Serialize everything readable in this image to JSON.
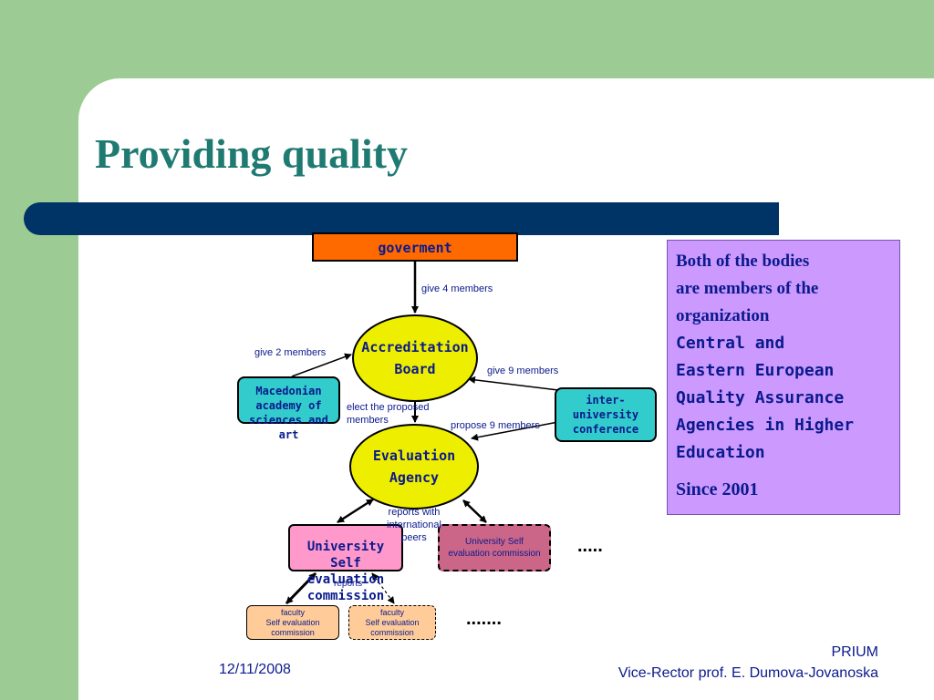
{
  "title": "Providing quality",
  "nodes": {
    "government": "goverment",
    "accreditation_board": [
      "Accreditation",
      "Board"
    ],
    "evaluation_agency": [
      "Evaluation",
      "Agency"
    ],
    "macedonian_academy": [
      "Macedonian",
      "academy of",
      "sciences and",
      "art"
    ],
    "inter_university": [
      "inter-university",
      "conference"
    ],
    "university_self_1": [
      "University Self",
      "evaluation",
      "commission"
    ],
    "university_self_2": [
      "University Self",
      "evaluation commission"
    ],
    "faculty_1": [
      "faculty",
      "Self evaluation",
      "commission"
    ],
    "faculty_2": [
      "faculty",
      "Self evaluation",
      "commission"
    ]
  },
  "edge_labels": {
    "give_4": "give 4 members",
    "give_2": "give 2 members",
    "give_9": "give 9 members",
    "elect": [
      "elect the proposed",
      "members"
    ],
    "propose_9": "propose 9 members",
    "reports": [
      "reports  with",
      "international",
      "peers"
    ],
    "reports_small": "reports"
  },
  "ellipses": {
    "row1": ".....",
    "row2": "......."
  },
  "infobox": {
    "intro": [
      "Both of the bodies",
      "are members of the",
      "organization"
    ],
    "organization": [
      "Central and",
      "Eastern European",
      "Quality Assurance",
      "Agencies in Higher",
      "Education"
    ],
    "since": "Since 2001"
  },
  "footer": {
    "date": "12/11/2008",
    "project": "PRIUM",
    "author": "Vice-Rector prof. E. Dumova-Jovanoska"
  },
  "colors": {
    "background_green": "#9ccc94",
    "title_teal": "#1f7a72",
    "bar_navy": "#003366",
    "government_orange": "#ff6a00",
    "ellipse_yellow": "#eeee00",
    "teal_box": "#33cccc",
    "pink_box": "#ff99cc",
    "faculty_box": "#ffcc99",
    "infobox_purple": "#cc99ff",
    "text_blue": "#0a1a8c"
  }
}
